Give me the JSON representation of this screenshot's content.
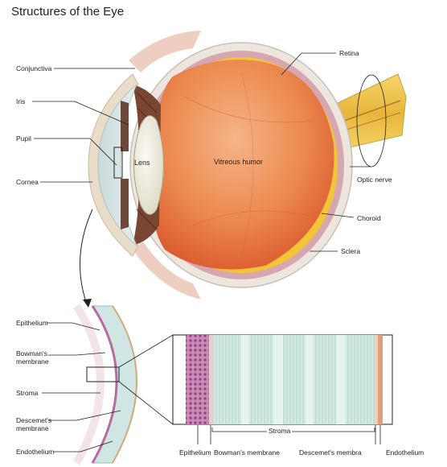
{
  "title": "Structures of the Eye",
  "labels": {
    "conjunctiva": "Conjunctiva",
    "iris": "Iris",
    "pupil": "Pupil",
    "cornea": "Cornea",
    "lens": "Lens",
    "vitreous": "Vitreous humor",
    "retina": "Retina",
    "optic_nerve": "Optic nerve",
    "choroid": "Choroid",
    "sclera": "Sclera"
  },
  "cornea_labels": {
    "epithelium": "Epithelium",
    "bowmans_line1": "Bowman's",
    "bowmans_line2": "membrane",
    "stroma": "Stroma",
    "descemets_line1": "Descemet's",
    "descemets_line2": "membrane",
    "endothelium": "Endothelium"
  },
  "detail_labels": {
    "stroma": "Stroma",
    "epithelium": "Epithelium",
    "bowmans": "Bowman's membrane",
    "descemets": "Descemet's membra",
    "endothelium": "Endothelium"
  },
  "colors": {
    "vitreous": "#ec8a4e",
    "sclera": "#ece6df",
    "choroid": "#f2c537",
    "retina_band": "#d7a7b0",
    "lens": "#f1efe2",
    "cornea": "#d6e2e4",
    "stroma_detail": "#cfe6e2",
    "epithelium_detail": "#b56ba0"
  }
}
